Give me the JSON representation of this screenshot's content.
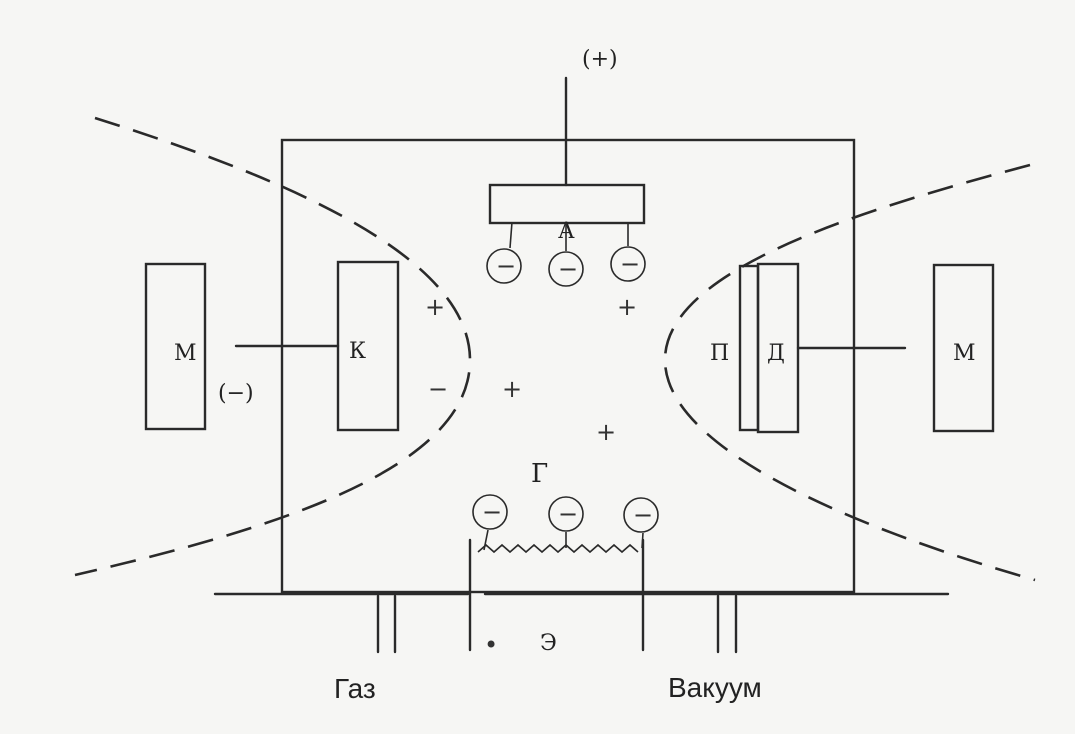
{
  "anode_label": "А",
  "anode_polarity": "(+)",
  "cathode_label": "К",
  "cathode_polarity": "(−)",
  "magnet_left_label": "М",
  "magnet_right_label": "М",
  "probe_label": "П",
  "detector_label": "Д",
  "filament_label": "Г",
  "emitter_label": "Э",
  "gas_label": "Газ",
  "vacuum_label": "Вакуум",
  "electron_sign": "−",
  "ion_sign": "+",
  "minus_sign": "−"
}
